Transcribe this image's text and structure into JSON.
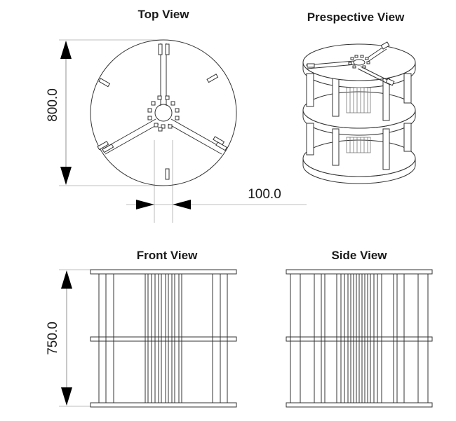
{
  "views": {
    "top": {
      "title": "Top View"
    },
    "perspective": {
      "title": "Prespective View"
    },
    "front": {
      "title": "Front View"
    },
    "side": {
      "title": "Side View"
    }
  },
  "dimensions": {
    "diameter": "800.0",
    "center_width": "100.0",
    "height": "750.0"
  },
  "colors": {
    "line": "#333333",
    "background": "#ffffff",
    "arrow": "#000000"
  }
}
